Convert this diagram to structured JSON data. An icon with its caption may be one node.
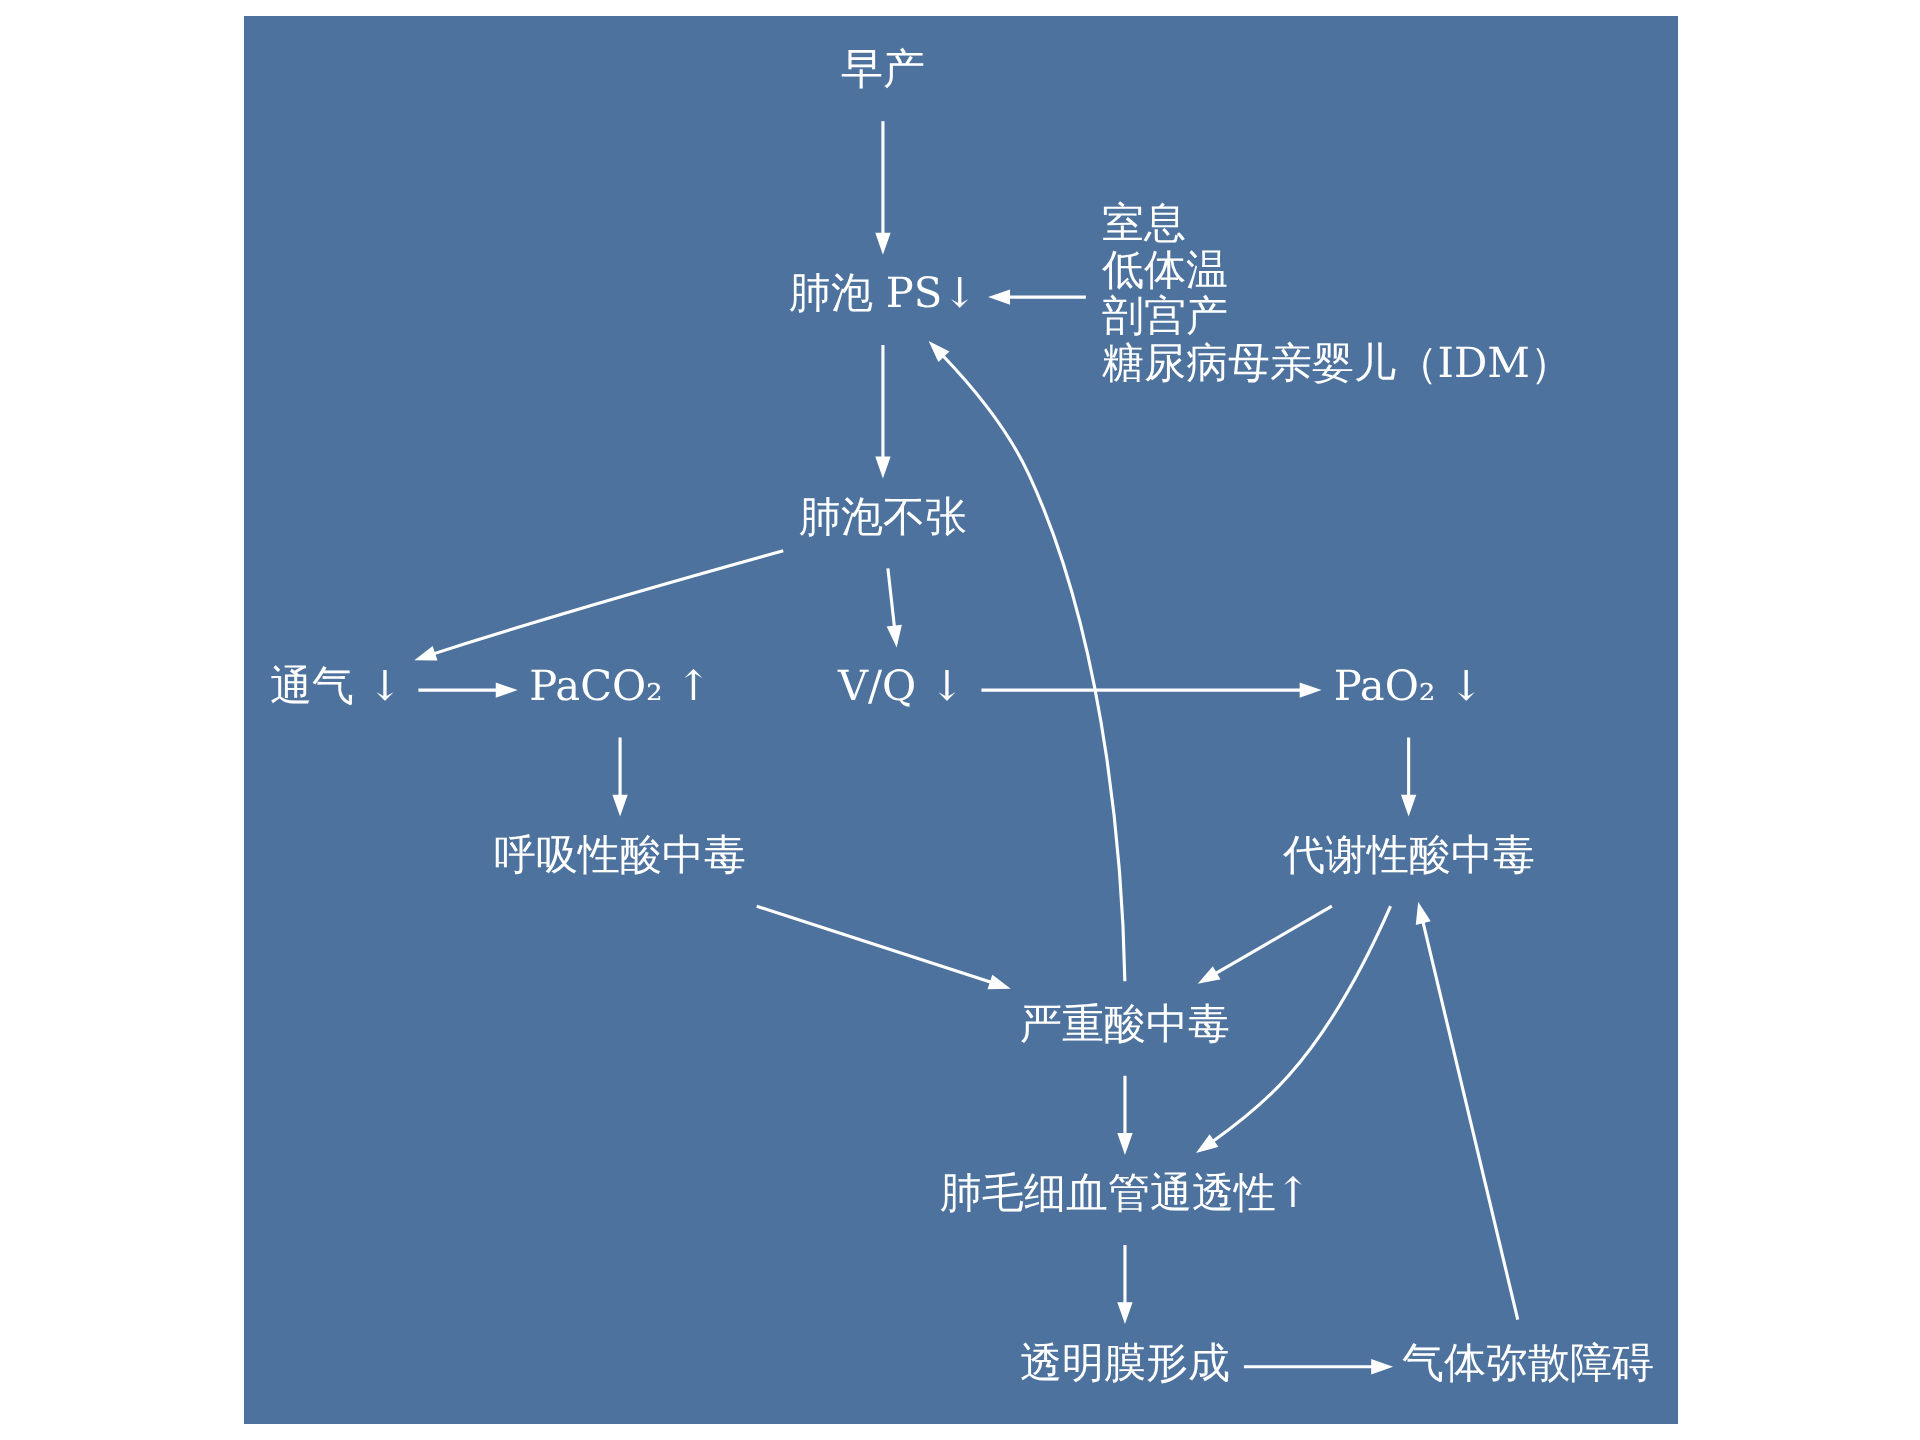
{
  "diagram": {
    "nodes": [
      {
        "text": [
          "早产"
        ]
      },
      {
        "text": [
          "室息",
          "低体温",
          "剖宫产",
          "糖尿病母亲婴儿（IDM）"
        ]
      },
      {
        "text": [
          "肺泡 PS↓"
        ]
      },
      {
        "text": [
          "肺泡不张"
        ]
      },
      {
        "text": [
          "PaCO₂ ↑"
        ]
      },
      {
        "text": [
          "通气 ↓"
        ]
      },
      {
        "text": [
          "V/Q ↓"
        ]
      },
      {
        "text": [
          "PaO₂ ↓"
        ]
      },
      {
        "text": [
          "呼吸性酸中毒"
        ]
      },
      {
        "text": [
          "代谢性酸中毒"
        ]
      },
      {
        "text": [
          "严重酸中毒"
        ]
      },
      {
        "text": [
          "肺毛细血管通透性↑"
        ]
      },
      {
        "text": [
          "透明膜形成"
        ]
      },
      {
        "text": [
          "气体弥散障碍"
        ]
      }
    ],
    "edges": [
      {
        "from": 0,
        "to": 2,
        "arrow": "to"
      },
      {
        "from": 1,
        "to": 2,
        "arrow": "to"
      },
      {
        "from": 2,
        "to": 3,
        "arrow": "to"
      },
      {
        "from": 3,
        "to": 5,
        "arrow": "to"
      },
      {
        "from": 3,
        "to": 6,
        "arrow": "to"
      },
      {
        "from": 5,
        "to": 4,
        "arrow": "to"
      },
      {
        "from": 6,
        "to": 7,
        "arrow": "to"
      },
      {
        "from": 4,
        "to": 8,
        "arrow": "to"
      },
      {
        "from": 7,
        "to": 9,
        "arrow": "to"
      },
      {
        "from": 8,
        "to": 10,
        "arrow": "to"
      },
      {
        "from": 9,
        "to": 10,
        "arrow": "to"
      },
      {
        "from": 10,
        "to": 2,
        "arrow": "to"
      },
      {
        "from": 9,
        "to": 11,
        "arrow": "to"
      },
      {
        "from": 10,
        "to": 11,
        "arrow": "to"
      },
      {
        "from": 11,
        "to": 12,
        "arrow": "to"
      },
      {
        "from": 12,
        "to": 13,
        "arrow": "to"
      },
      {
        "from": 13,
        "to": 9,
        "arrow": "to"
      }
    ]
  }
}
